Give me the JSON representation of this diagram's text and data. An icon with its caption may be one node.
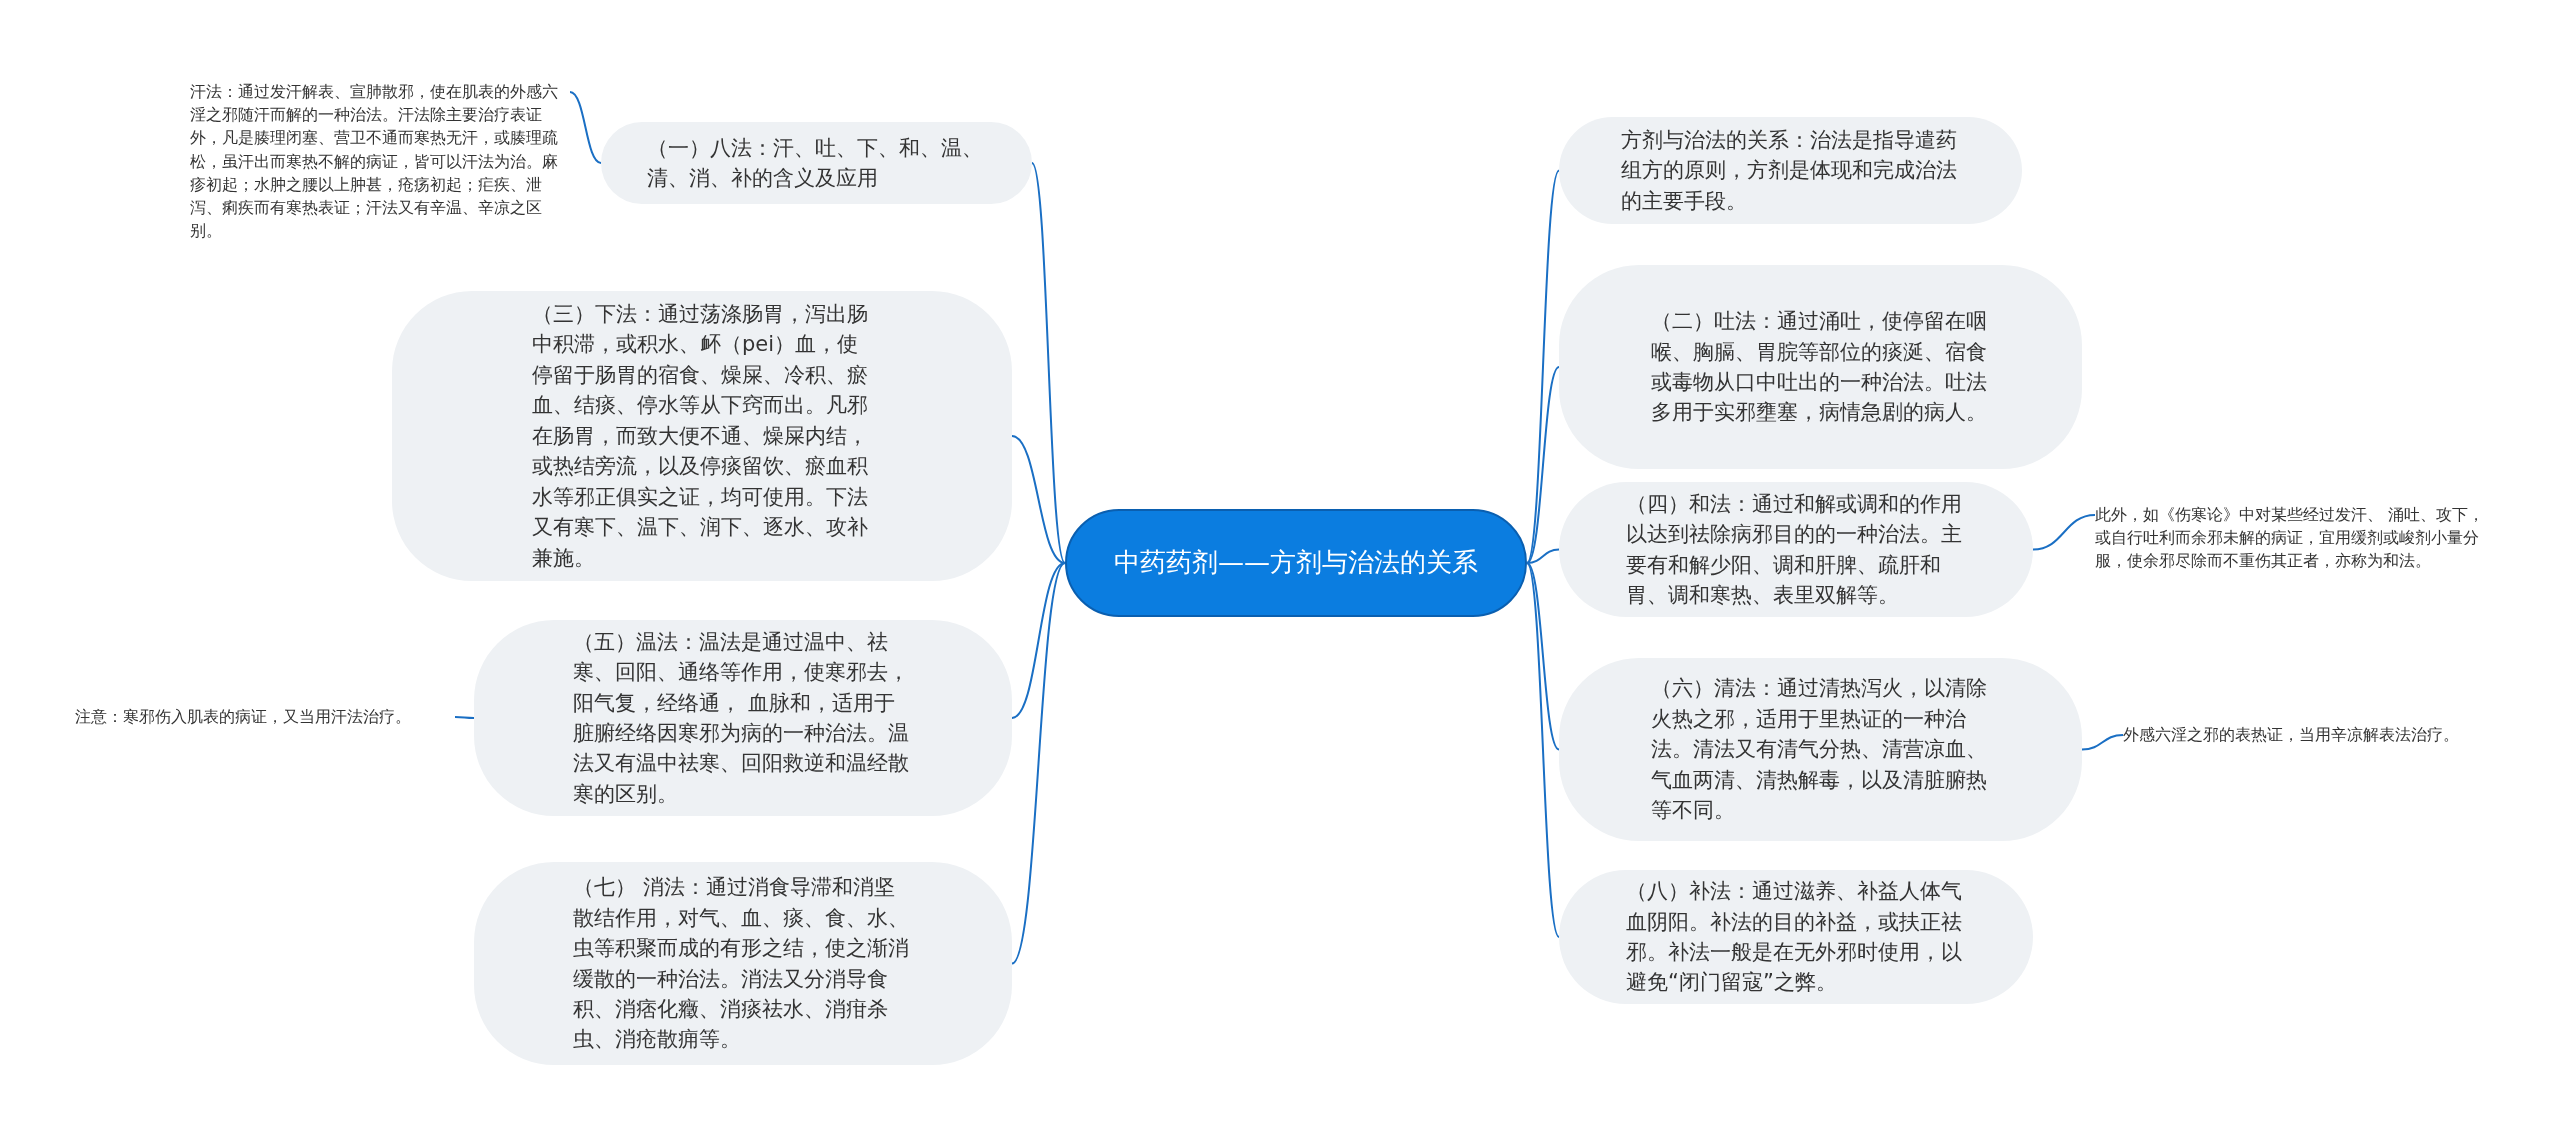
{
  "diagram": {
    "nodes": [
      {
        "text": [
          "中药药剂——方剂与治法的关系"
        ]
      },
      {
        "text": [
          "汗法：通过发汗解表、宣肺散邪，使在肌表的外感六淫之邪随汗而解的一种治法。汗法除主要治疗表证外，凡是腠理闭塞、营卫不通而寒热无汗，或腠理疏松，虽汗出而寒热不解的病证，皆可以汗法为治。麻疹初起；水肿之腰以上肿甚，疮疡初起；疟疾、泄泻、痢疾而有寒热表证；汗法又有辛温、辛凉之区别。"
        ]
      },
      {
        "text": [
          "（一）八法：汗、吐、下、和、温、清、消、补的含义及应用"
        ]
      },
      {
        "text": [
          "（三）下法：通过荡涤肠胃，泻出肠中积滞，或积水、衃（pei）血，使停留于肠胃的宿食、燥屎、冷积、瘀血、结痰、停水等从下窍而出。凡邪在肠胃，而致大便不通、燥屎内结，或热结旁流，以及停痰留饮、瘀血积水等邪正俱实之证，均可使用。下法又有寒下、温下、润下、逐水、攻补兼施。"
        ]
      },
      {
        "text": [
          "注意：寒邪伤入肌表的病证，又当用汗法治疗。"
        ]
      },
      {
        "text": [
          "（五）温法：温法是通过温中、祛寒、回阳、通络等作用，使寒邪去，阳气复，经络通， 血脉和，适用于脏腑经络因寒邪为病的一种治法。温法又有温中祛寒、回阳救逆和温经散寒的区别。"
        ]
      },
      {
        "text": [
          "（七） 消法：通过消食导滞和消坚散结作用，对气、血、痰、食、水、虫等积聚而成的有形之结，使之渐消缓散的一种治法。消法又分消导食积、消痞化癥、消痰祛水、消疳杀虫、消疮散痈等。"
        ]
      },
      {
        "text": [
          "方剂与治法的关系：治法是指导遣药组方的原则，方剂是体现和完成治法的主要手段。"
        ]
      },
      {
        "text": [
          "（二）吐法：通过涌吐，使停留在咽喉、胸膈、胃脘等部位的痰涎、宿食或毒物从口中吐出的一种治法。吐法多用于实邪壅塞，病情急剧的病人。"
        ]
      },
      {
        "text": [
          "（四）和法：通过和解或调和的作用以达到祛除病邪目的的一种治法。主要有和解少阳、调和肝脾、疏肝和胃、调和寒热、表里双解等。"
        ]
      },
      {
        "text": [
          "此外，如《伤寒论》中对某些经过发汗、 涌吐、攻下，或自行吐利而余邪未解的病证，宜用缓剂或峻剂小量分服，使余邪尽除而不重伤其正者，亦称为和法。"
        ]
      },
      {
        "text": [
          "（六）清法：通过清热泻火，以清除火热之邪，适用于里热证的一种治法。清法又有清气分热、清营凉血、气血两清、清热解毒，以及清脏腑热等不同。"
        ]
      },
      {
        "text": [
          "外感六淫之邪的表热证，当用辛凉解表法治疗。"
        ]
      },
      {
        "text": [
          "（八）补法：通过滋养、补益人体气血阴阳。补法的目的补益，或扶正祛邪。补法一般是在无外邪时使用，以避免“闭门留寇”之弊。"
        ]
      }
    ],
    "edges": [
      {
        "from": 0,
        "to": 2,
        "arrow": "none"
      },
      {
        "from": 2,
        "to": 1,
        "arrow": "none"
      },
      {
        "from": 0,
        "to": 3,
        "arrow": "none"
      },
      {
        "from": 0,
        "to": 5,
        "arrow": "none"
      },
      {
        "from": 5,
        "to": 4,
        "arrow": "none"
      },
      {
        "from": 0,
        "to": 6,
        "arrow": "none"
      },
      {
        "from": 0,
        "to": 7,
        "arrow": "none"
      },
      {
        "from": 0,
        "to": 8,
        "arrow": "none"
      },
      {
        "from": 0,
        "to": 9,
        "arrow": "none"
      },
      {
        "from": 9,
        "to": 10,
        "arrow": "none"
      },
      {
        "from": 0,
        "to": 11,
        "arrow": "none"
      },
      {
        "from": 11,
        "to": 12,
        "arrow": "none"
      },
      {
        "from": 0,
        "to": 13,
        "arrow": "none"
      }
    ]
  }
}
